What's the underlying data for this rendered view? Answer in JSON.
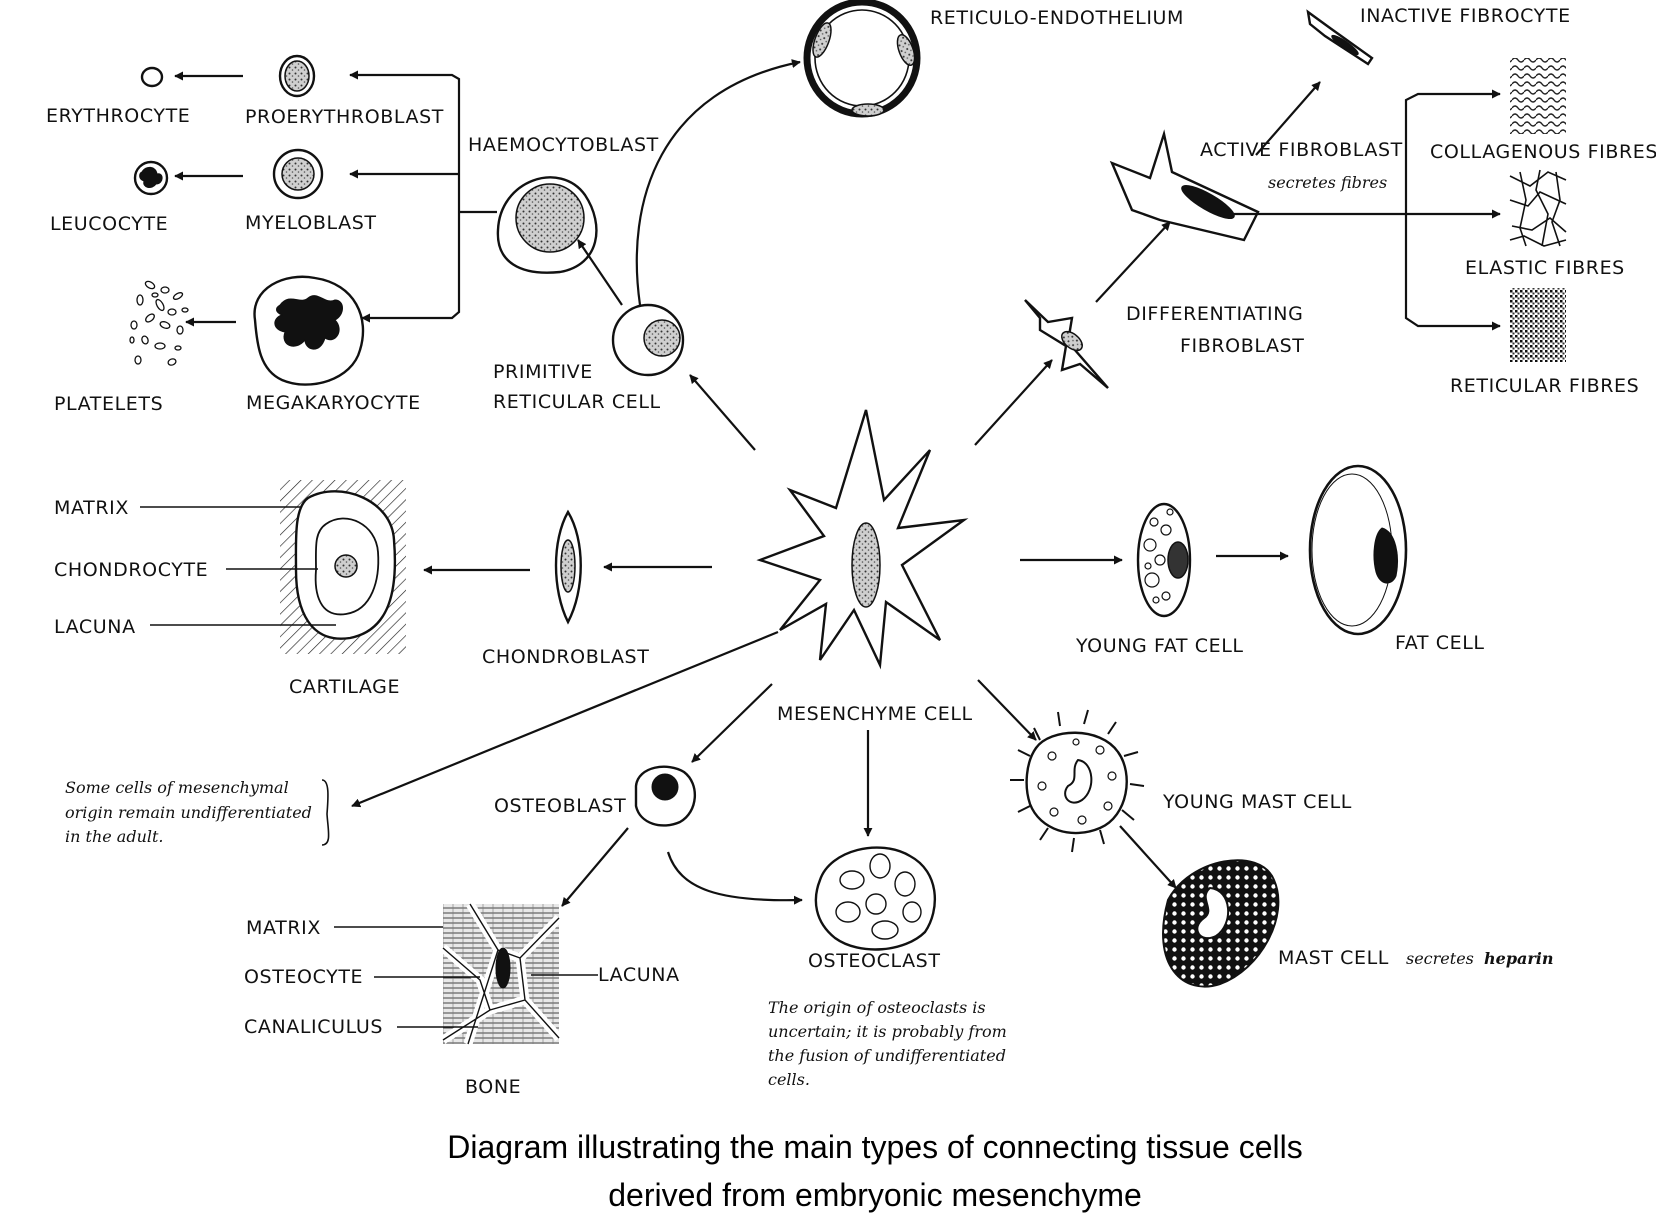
{
  "labels": {
    "erythrocyte": "ERYTHROCYTE",
    "proerythroblast": "PROERYTHROBLAST",
    "haemocytoblast": "HAEMOCYTOBLAST",
    "leucocyte": "LEUCOCYTE",
    "myeloblast": "MYELOBLAST",
    "platelets": "PLATELETS",
    "megakaryocyte": "MEGAKARYOCYTE",
    "primitive": "PRIMITIVE",
    "reticular_cell": "RETICULAR CELL",
    "reticulo_endothelium": "RETICULO-ENDOTHELIUM",
    "inactive_fibrocyte": "INACTIVE FIBROCYTE",
    "active_fibroblast": "ACTIVE FIBROBLAST",
    "secretes_fibres": "secretes fibres",
    "collagenous_fibres": "COLLAGENOUS FIBRES",
    "elastic_fibres": "ELASTIC FIBRES",
    "differentiating": "DIFFERENTIATING",
    "fibroblast": "FIBROBLAST",
    "reticular_fibres": "RETICULAR FIBRES",
    "matrix_cartilage": "MATRIX",
    "chondrocyte": "CHONDROCYTE",
    "lacuna_cartilage": "LACUNA",
    "cartilage": "CARTILAGE",
    "chondroblast": "CHONDROBLAST",
    "mesenchyme_cell": "MESENCHYME CELL",
    "young_fat_cell": "YOUNG FAT CELL",
    "fat_cell": "FAT CELL",
    "undiff_note": [
      "Some cells of mesenchymal",
      "origin remain undifferentiated",
      "in the adult."
    ],
    "osteoblast": "OSTEOBLAST",
    "young_mast_cell": "YOUNG MAST CELL",
    "matrix_bone": "MATRIX",
    "osteocyte": "OSTEOCYTE",
    "lacuna_bone": "LACUNA",
    "canaliculus": "CANALICULUS",
    "bone": "BONE",
    "osteoclast": "OSTEOCLAST",
    "osteoclast_note": [
      "The origin of osteoclasts is",
      "uncertain; it is probably from",
      "the fusion of undifferentiated",
      "cells."
    ],
    "mast_cell": "MAST CELL",
    "secretes": "secretes",
    "heparin": "heparin"
  },
  "caption": {
    "line1": "Diagram illustrating the main types of connecting tissue cells",
    "line2": "derived from embryonic mesenchyme"
  }
}
